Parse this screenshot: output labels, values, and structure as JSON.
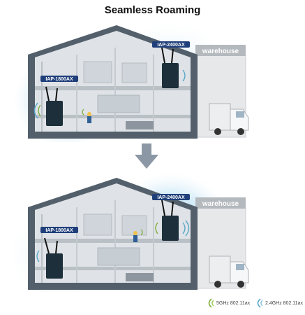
{
  "title": "Seamless Roaming",
  "scenes": [
    {
      "ap_left": "IAP-1800AX",
      "ap_right": "IAP-2400AX",
      "building": "warehouse"
    },
    {
      "ap_left": "IAP-1800AX",
      "ap_right": "IAP-2400AX",
      "building": "warehouse"
    }
  ],
  "legend": [
    {
      "label": "5GHz 802.11ax",
      "color": "#7fae3a"
    },
    {
      "label": "2.4GHz 802.11ax",
      "color": "#5aa7c9"
    }
  ]
}
